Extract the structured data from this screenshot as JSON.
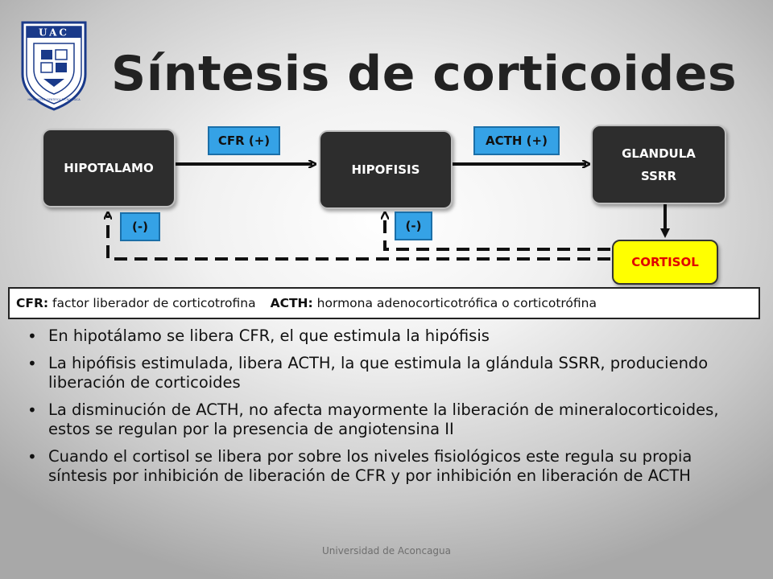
{
  "header": {
    "title": "Síntesis de corticoides"
  },
  "logo": {
    "top_text": "UAC",
    "ring_text": "HUMANISTICA CIENTIFICA TECNOLOGICA",
    "color": "#1a3a8a"
  },
  "diagram": {
    "nodes": {
      "hipotalamo": "HIPOTALAMO",
      "hipofisis": "HIPOFISIS",
      "glandula_line1": "GLANDULA",
      "glandula_line2": "SSRR",
      "cortisol": "CORTISOL"
    },
    "tags": {
      "cfr": "CFR (+)",
      "acth": "ACTH (+)",
      "neg_left": "(-)",
      "neg_mid": "(-)"
    },
    "colors": {
      "node_bg": "#2d2d2d",
      "tag_bg": "#35a2e6",
      "cortisol_bg": "#ffff00",
      "cortisol_text": "#e00000"
    }
  },
  "legend": {
    "cfr_abbr": "CFR:",
    "cfr_def": " factor liberador de corticotrofina",
    "acth_abbr": "ACTH:",
    "acth_def": " hormona adenocorticotrófica o corticotrófina"
  },
  "bullets": [
    "En hipotálamo se libera CFR, el que estimula la hipófisis",
    "La hipófisis estimulada, libera ACTH, la que estimula la glándula SSRR, produciendo liberación de corticoides",
    "La disminución de ACTH, no afecta mayormente la liberación de mineralocorticoides, estos se regulan por la presencia de angiotensina II",
    "Cuando el cortisol se libera por sobre los niveles fisiológicos este regula su propia síntesis por inhibición de liberación de CFR y por inhibición en liberación de ACTH"
  ],
  "footer": {
    "text": "Universidad de Aconcagua"
  }
}
